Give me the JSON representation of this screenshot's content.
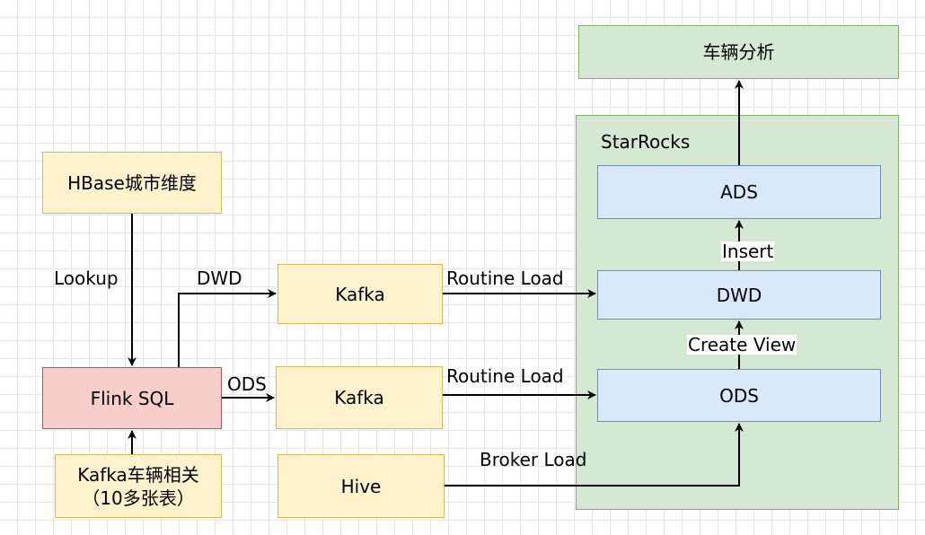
{
  "nodes": {
    "vehicle_analysis": "车辆分析",
    "starrocks": "StarRocks",
    "ads": "ADS",
    "dwd": "DWD",
    "ods": "ODS",
    "hbase": "HBase城市维度",
    "flink": "Flink SQL",
    "kafka_dwd": "Kafka",
    "kafka_ods": "Kafka",
    "hive": "Hive",
    "kafka_vehicle_line1": "Kafka车辆相关",
    "kafka_vehicle_line2": "（10多张表）"
  },
  "edges": {
    "lookup": "Lookup",
    "dwd": "DWD",
    "ods": "ODS",
    "routine_load_1": "Routine Load",
    "routine_load_2": "Routine Load",
    "broker_load": "Broker Load",
    "insert": "Insert",
    "create_view": "Create View"
  },
  "colors": {
    "yellow_fill": "#fff2cc",
    "yellow_stroke": "#d6b656",
    "green_fill": "#d5e8d4",
    "green_stroke": "#82b366",
    "blue_fill": "#dae8fc",
    "blue_stroke": "#6c8ebf",
    "red_fill": "#f8cecc",
    "red_stroke": "#b85450"
  }
}
